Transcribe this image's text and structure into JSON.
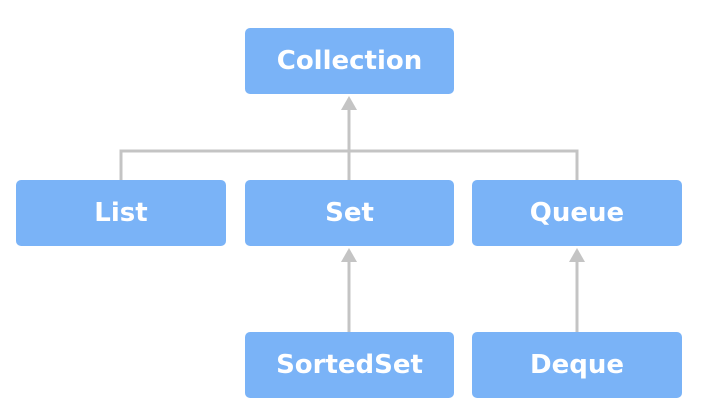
{
  "nodes": {
    "collection": "Collection",
    "list": "List",
    "set": "Set",
    "queue": "Queue",
    "sortedset": "SortedSet",
    "deque": "Deque"
  },
  "edges": [
    {
      "from": "list",
      "to": "collection"
    },
    {
      "from": "set",
      "to": "collection"
    },
    {
      "from": "queue",
      "to": "collection"
    },
    {
      "from": "sortedset",
      "to": "set"
    },
    {
      "from": "deque",
      "to": "queue"
    }
  ],
  "colors": {
    "node_fill": "#7ab3f7",
    "node_text": "#ffffff",
    "connector": "#c4c4c4"
  }
}
